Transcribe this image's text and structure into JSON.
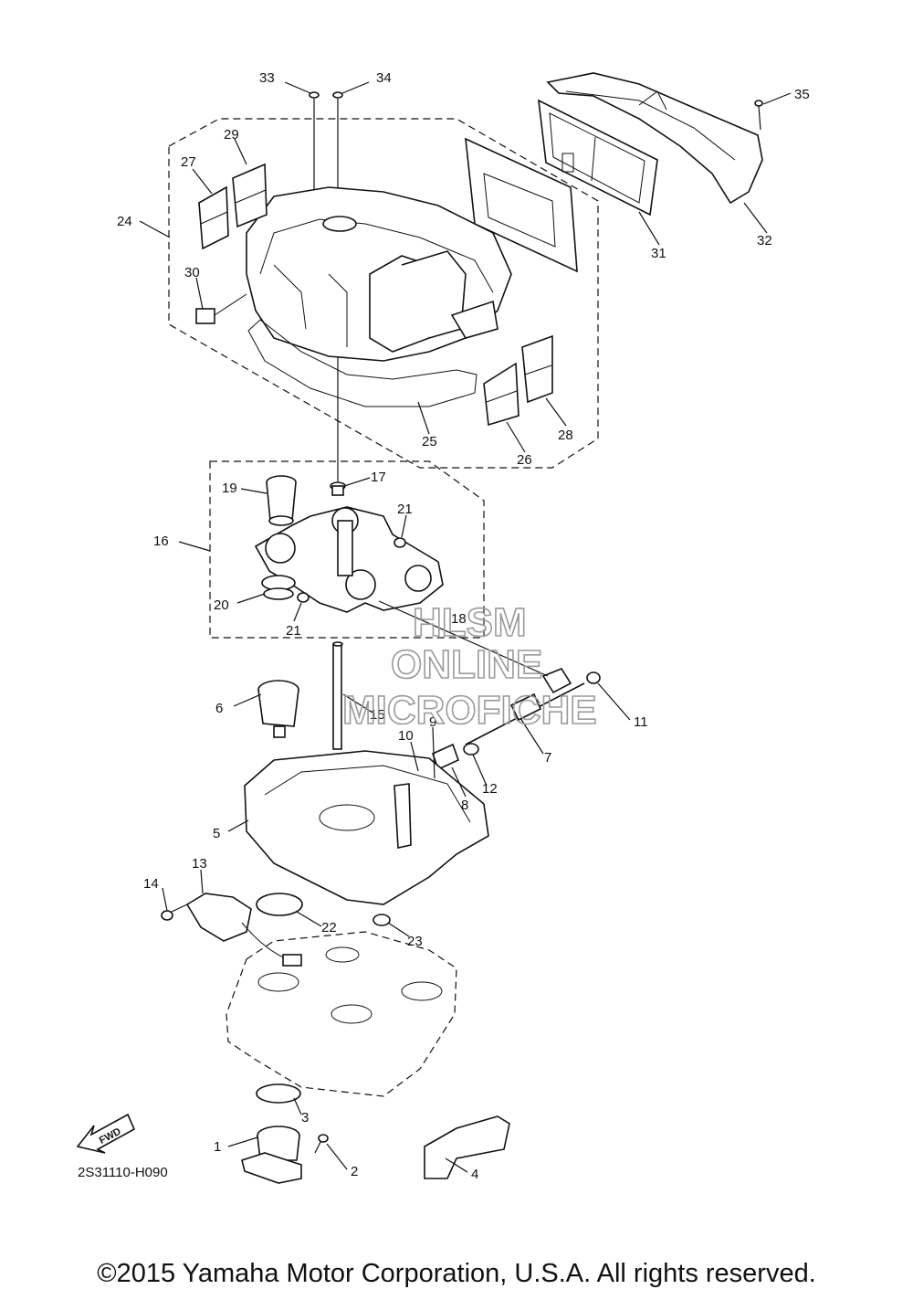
{
  "diagram": {
    "code": "2S31110-H090",
    "fwd_label": "FWD",
    "callouts": [
      "1",
      "2",
      "3",
      "4",
      "5",
      "6",
      "7",
      "8",
      "9",
      "10",
      "11",
      "12",
      "13",
      "14",
      "15",
      "16",
      "17",
      "18",
      "19",
      "20",
      "21",
      "21",
      "22",
      "23",
      "24",
      "25",
      "26",
      "27",
      "28",
      "29",
      "30",
      "31",
      "32",
      "33",
      "34",
      "35"
    ]
  },
  "watermark": {
    "line1": "HLSM",
    "line2": "ONLINE",
    "line3": "MICROFICHE"
  },
  "footer": {
    "copyright": "©2015 Yamaha Motor Corporation, U.S.A. All rights reserved."
  }
}
